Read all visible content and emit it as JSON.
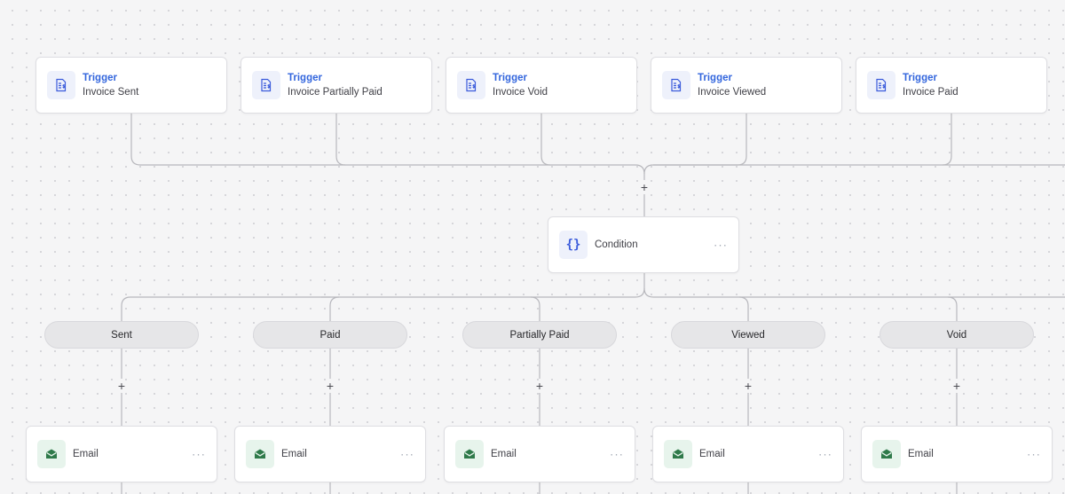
{
  "triggers": [
    {
      "kind": "Trigger",
      "event": "Invoice Sent",
      "icon": "invoice-icon"
    },
    {
      "kind": "Trigger",
      "event": "Invoice Partially Paid",
      "icon": "invoice-icon"
    },
    {
      "kind": "Trigger",
      "event": "Invoice Void",
      "icon": "invoice-icon"
    },
    {
      "kind": "Trigger",
      "event": "Invoice Viewed",
      "icon": "invoice-icon"
    },
    {
      "kind": "Trigger",
      "event": "Invoice Paid",
      "icon": "invoice-icon"
    }
  ],
  "condition": {
    "label": "Condition",
    "icon_glyph": "{}",
    "menu": "···"
  },
  "branches": [
    {
      "label": "Sent",
      "action": "Email",
      "menu": "···"
    },
    {
      "label": "Paid",
      "action": "Email",
      "menu": "···"
    },
    {
      "label": "Partially Paid",
      "action": "Email",
      "menu": "···"
    },
    {
      "label": "Viewed",
      "action": "Email",
      "menu": "···"
    },
    {
      "label": "Void",
      "action": "Email",
      "menu": "···"
    }
  ],
  "add_step_glyph": "+",
  "colors": {
    "accent": "#3366dd",
    "email_icon": "#2f7a4a",
    "connector": "#b8b8bd"
  }
}
